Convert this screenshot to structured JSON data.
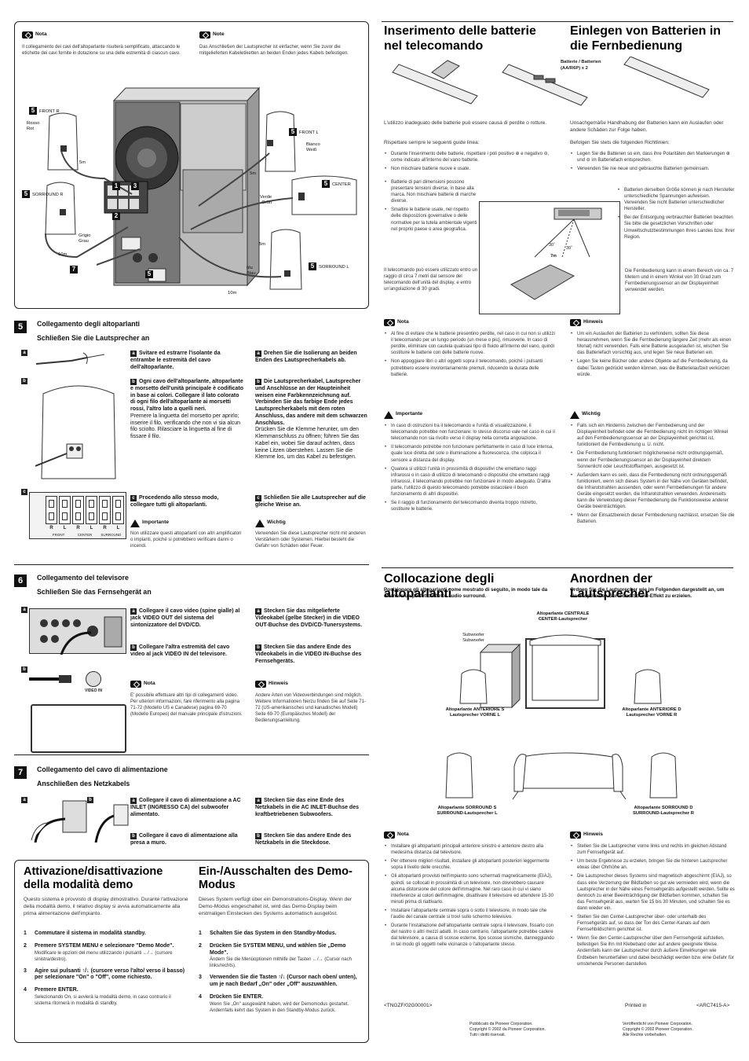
{
  "top_notes": {
    "nota_label": "Nota",
    "nota_text": "Il collegamento dei cavi dell'altoparlante risulterà semplificato, attaccando le etichette dei cavi fornite in dotazione su una delle estremità di ciascun cavo.",
    "hinweis_label": "Note",
    "hinweis_text": "Das Anschließen der Lautsprecher ist einfacher, wenn Sie zuvor die mitgelieferten Kabeletiketten an beiden Enden jedes Kabels befestigen."
  },
  "diagram_top": {
    "front_r": "FRONT R",
    "rosso": "Rosso\nRot",
    "m5a": "5m",
    "surround_r": "SORROUND R",
    "grigio": "Grigio\nGrau",
    "m10a": "10m",
    "front_l": "FRONT L",
    "bianco": "Bianco\nWeiß",
    "m5b": "5m",
    "verde": "Verde\nGrün",
    "center": "CENTER",
    "m5c": "5m",
    "blu": "blu\nBlau",
    "surround_l": "SORROUND L",
    "m10b": "10m",
    "n5": "5",
    "n7": "7",
    "n1": "1",
    "n2": "2",
    "n3": "3"
  },
  "sec5": {
    "num": "5",
    "title_it": "Collegamento degli altoparlanti",
    "title_de": "Schließen Sie die Lautsprecher an",
    "a_it": "Svitare ed estrarre l'isolante da entrambe le estremità del cavo dell'altoparlante.",
    "a_de": "Drehen Sie die Isolierung an beiden Enden des Lautsprecherkabels ab.",
    "b_it": "Ogni cavo dell'altoparlante, altoparlante e morsetto dell'unità principale è codificato in base ai colori. Collegare il lato colorato di ogni filo dell'altoparlante ai morsetti rossi, l'altro lato a quelli neri.",
    "b_it_norm": "Premere la linguetta del morsetto per aprirlo; inserire il filo, verificando che non vi sia alcun filo sciolto. Rilasciare la linguetta al fine di fissare il filo.",
    "b_de": "Die Lautsprecherkabel, Lautsprecher und Anschlüsse an der Haupteinheit weisen eine Farbkennzeichnung auf. Verbinden Sie das farbige Ende jedes Lautsprecherkabels mit dem roten Anschluss, das andere mit dem schwarzen Anschluss.",
    "b_de_norm": "Drücken Sie die Klemme herunter, um den Klemmanschluss zu öffnen; führen Sie das Kabel ein, wobei Sie darauf achten, dass keine Litzen überstehen. Lassen Sie die Klemme los, um das Kabel zu befestigen.",
    "c_it": "Procedendo allo stesso modo, collegare tutti gli altoparlanti.",
    "c_de": "Schließen Sie alle Lautsprecher auf die gleiche Weise an.",
    "imp_label": "Importante",
    "imp_text": "Non utilizzare questi altoparlanti con altri amplificatori o impianti, poiché si potrebbero verificare danni o incendi.",
    "wichtig_label": "Wichtig",
    "wichtig_text": "Verwenden Sie diese Lautsprecher nicht mit anderen Verstärkern oder Systemen. Hierbei besteht die Gefahr von Schäden oder Feuer.",
    "terminal_labels": [
      "R",
      "L",
      "R",
      "L",
      "R",
      "L"
    ],
    "terminal_groups": [
      "FRONT",
      "CENTER",
      "SURROUND"
    ]
  },
  "sec6": {
    "num": "6",
    "title_it": "Collegamento del televisore",
    "title_de": "Schließen Sie das Fernsehgerät an",
    "a_it": "Collegare il cavo video (spine gialle) al jack VIDEO OUT del sistema del sintonizzatore del DVD/CD.",
    "a_de": "Stecken Sie das mitgelieferte Videokabel (gelbe Stecker) in die VIDEO OUT-Buchse des DVD/CD-Tunersystems.",
    "b_it": "Collegare l'altra estremità del cavo video al jack VIDEO IN del televisore.",
    "b_de": "Stecken Sie das andere Ende des Videokabels in die VIDEO IN-Buchse des Fernsehgeräts.",
    "video_in": "VIDEO IN",
    "nota_label": "Nota",
    "nota_text": "E' possibile effettuare altri tipi di collegamenti video. Per ulteriori informazioni, fare riferimento alla pagina 71-72 (Modello US e Canadese) pagina 69-70 (Modello Europeo) del manuale principale d'istruzioni.",
    "hinweis_label": "Hinweis",
    "hinweis_text": "Andere Arten von Videoverbindungen sind möglich. Weitere Informationen hierzu finden Sie auf Seite 71-72 (US-amerikanisches und kanadisches Modell) Seite 69-70 (Europäisches Modell) der Bedienungsanleitung."
  },
  "sec7": {
    "num": "7",
    "title_it": "Collegamento del cavo di alimentazione",
    "title_de": "Anschließen des Netzkabels",
    "a_it": "Collegare il cavo di alimentazione a AC INLET (INGRESSO CA) del subwoofer alimentato.",
    "a_de": "Stecken Sie das eine Ende des Netzkabels in die AC INLET-Buchse des kraftbetriebenen Subwoofers.",
    "b_it": "Collegare il cavo di alimentazione alla presa a muro.",
    "b_de": "Stecken Sie das andere Ende des Netzkabels in die Steckdose."
  },
  "demo_it": {
    "title": "Attivazione/disattivazione della modalità demo",
    "intro": "Questo sistema è provvisto di display dimostrativo. Durante l'attivazione della modalità demo, il relativo display si avvia automaticamente alla prima alimentazione dell'impianto.",
    "s1": "Commutare il sistema in modalità standby.",
    "s2": "Premere SYSTEM MENU e selezionare \"Demo Mode\".",
    "s2n": "Modificare le opzioni del menu utilizzando i pulsanti ←/→ (cursore sinistra/destro).",
    "s3": "Agire sui pulsanti ↑/↓ (cursore verso l'alto/ verso il basso) per selezionare \"On\" o \"Off\", come richiesto.",
    "s4": "Premere ENTER.",
    "s4n": "Selezionando On, si avvierà la modalità demo, in caso contrario il sistema ritornerà in modalità di standby."
  },
  "demo_de": {
    "title": "Ein-/Ausschalten des Demo-Modus",
    "intro": "Dieses System verfügt über ein Demonstrations-Display. Wenn der Demo-Modus eingeschaltet ist, wird das Demo-Display beim erstmaligen Einstecken des Systems automatisch ausgelöst.",
    "s1": "Schalten Sie das System in den Standby-Modus.",
    "s2": "Drücken Sie SYSTEM MENU, und wählen Sie „Demo Mode\".",
    "s2n": "Ändern Sie die Menüoptionen mithilfe der Tasten ←/→ (Cursor nach links/rechts).",
    "s3": "Verwenden Sie die Tasten ↑/↓ (Cursor nach oben/ unten), um je nach Bedarf „On\" oder „Off\" auszuwählen.",
    "s4": "Drücken Sie ENTER.",
    "s4n": "Wenn Sie „On\" ausgewählt haben, wird der Demomodus gestartet. Andernfalls kehrt das System in den Standby-Modus zurück."
  },
  "batt_it": {
    "title": "Inserimento delle batterie nel telecomando",
    "p1": "L'utilizzo inadeguato delle batterie può essere causa di perdite o rotture.",
    "p2": "Rispettare sempre le seguenti guide linea:",
    "b1": "Durante l'inserimento delle batterie, rispettare i poli positivo ⊕ e negativo ⊖, come indicato all'interno del vano batterie.",
    "b2": "Non mischiare batterie nuove e usate.",
    "b3": "Batterie di pari dimensioni possono presentare tensioni diverse, in base alla marca. Non mischiare batterie di marche diverse.",
    "b4": "Smaltire le batterie usate, nel rispetto delle disposizioni governative o delle normative per la tutela ambientale vigenti nel proprio paese o area geografica.",
    "range": "Il telecomando può essere utilizzato entro un raggio di circa 7 metri dal sensore del telecomando dell'unità del display, e entro un'angolazione di 30 gradi.",
    "nota_label": "Nota",
    "n1": "Al fine di evitare che le batterie presentino perdite, nel caso in cui non si utilizzi il telecomando per un lungo periodo (un mese o più), rimuoverle. In caso di perdite, eliminare con cautela qualsiasi tipo di fluido all'interno del vano, quindi sostituire le batterie con delle batterie nuove.",
    "n2": "Non appoggiare libri o altri oggetti sopra il telecomando, poiché i pulsanti potrebbero essere involontariamente premuti, riducendo la durata delle batterie.",
    "imp_label": "Importante",
    "i1": "In caso di ostruzioni tra il telecomando e l'unità di visualizzazione, il telecomando potrebbe non funzionare: lo stesso discorso vale nel caso in cui il telecomando non sia rivolto verso il display nella corretta angolazione.",
    "i2": "Il telecomando potrebbe non funzionare perfettamente in caso di luce intensa, quale luce diretta del sole o illuminazione a fluorescenza, che colpisca il sensore a distanza del display.",
    "i3": "Qualora si utilizzi l'unità in prossimità di dispositivi che emettano raggi infrarossi o in caso di utilizzo di telecomandi o dispositivi che emettano raggi infrarossi, il telecomando potrebbe non funzionare in modo adeguato. D'altra parte, l'utilizzo di questo telecomando potrebbe ostacolare il buon funzionamento di altri dispositivi.",
    "i4": "Se il raggio di funzionamento del telecomando diventa troppo ristretto, sostituire le batterie."
  },
  "batt_de": {
    "title": "Einlegen von Batterien in die Fernbedienung",
    "batt_label": "Batterie / Batterien\n(AA/R6P) x 2",
    "p1": "Unsachgemäße Handhabung der Batterien kann ein Auslaufen oder andere Schäden zur Folge haben.",
    "p2": "Befolgen Sie stets die folgenden Richtlinien:",
    "b1": "Legen Sie die Batterien so ein, dass ihre Polaritäten den Markierungen ⊕ und ⊖ im Batteriefach entsprechen.",
    "b2": "Verwenden Sie nie neue und gebrauchte Batterien gemeinsam.",
    "b3": "Batterien derselben Größe können je nach Hersteller unterschiedliche Spannungen aufweisen. Verwenden Sie nicht Batterien unterschiedlicher Hersteller.",
    "b4": "Bei der Entsorgung verbrauchter Batterien beachten Sie bitte die gesetzlichen Vorschriften oder Umweltschutzbestimmungen Ihres Landes bzw. Ihrer Region.",
    "range": "Die Fernbedienung kann in einem Bereich von ca. 7 Metern und in einem Winkel von 30 Grad zum Fernbedienungssensor an der Displayeinheit verwendet werden.",
    "hinweis_label": "Hinweis",
    "n1": "Um ein Auslaufen der Batterien zu verhindern, sollten Sie diese herausnehmen, wenn Sie die Fernbedienung längere Zeit (mehr als einen Monat) nicht verwenden. Falls eine Batterie ausgelaufen ist, wischen Sie das Batteriefach vorsichtig aus, und legen Sie neue Batterien ein.",
    "n2": "Legen Sie keine Bücher oder andere Objekte auf die Fernbedienung, da dabei Tasten gedrückt werden können, was die Batterielaufzeit verkürzen würde.",
    "wichtig_label": "Wichtig",
    "w1": "Falls sich ein Hindernis zwischen der Fernbedienung und der Displayeinheit befindet oder die Fernbedienung nicht im richtigen Winkel auf den Fernbedienungssensor an der Displayeinheit gerichtet ist, funktioniert die Fernbedienung u. U. nicht.",
    "w2": "Die Fernbedienung funktioniert möglicherweise nicht ordnungsgemäß, wenn der Fernbedienungssensor an der Displayeinheit direktem Sonnenlicht oder Leuchtstofflampen, ausgesetzt ist.",
    "w3": "Außerdem kann es sein, dass die Fernbedienung nicht ordnungsgemäß funktioniert, wenn sich dieses System in der Nähe von Geräten befindet, die Infrarotstrahlen aussenden, oder wenn Fernbedienungen für andere Geräte eingesetzt werden, die Infrarotstrahlen verwenden. Andererseits kann die Verwendung dieser Fernbedienung die Funktionsweise anderer Geräte beeinträchtigen.",
    "w4": "Wenn der Einsatzbereich dieser Fernbedienung nachlässt, ersetzen Sie die Batterien."
  },
  "range_diagram": {
    "a1": "30˚",
    "a2": "30˚",
    "d": "7m"
  },
  "place_it": {
    "title": "Collocazione degli altoparlanti",
    "intro": "Posizionare gli altoparlanti come mostrato di seguito, in modo tale da ottenere un perfetto effetto audio surround.",
    "nota_label": "Nota",
    "n1": "Installare gli altoparlanti principali anteriore sinistro e anteriore destro alla medesima distanza dal televisore.",
    "n2": "Per ottenere migliori risultati, installare gli altoparlanti posteriori leggermente sopra il livello delle orecchie.",
    "n3": "Gli altoparlanti provvisti nell'impianto sono schermati magneticamente (EIAJ), quindi, se collocati in prossimità di un televisore, non dovrebbero causare alcuna distorsione del colore dell'immagine. Nel raro caso in cui vi siano interferenze ai colori dell'immagine, disattivare il televisore ed attendere 15-30 minuti prima di riattivarlo.",
    "n4": "Installare l'altoparlante centrale sopra o sotto il televisore, in modo tale che l'audio del canale centrale si trovi sullo schermo televisivo.",
    "n5": "Durante l'installazione dell'altoparlante centrale sopra il televisore, fissarlo con del nastro o altri mezzi adatti. In caso contrario, l'altoparlante potrebbe cadere dal televisore, a causa di scosse esterne, tipo scosse sismiche, danneggiando in tal modo gli oggetti nelle vicinanze o l'altoparlante stesso."
  },
  "place_de": {
    "title": "Anordnen der Lautsprecher",
    "intro": "Ordnen Sie die Lautsprecher wie im Folgenden dargestellt an, um einen optimalen Surround-Sound-Effekt zu erzielen.",
    "hinweis_label": "Hinweis",
    "n1": "Stellen Sie die Lautsprecher vorne links und rechts im gleichen Abstand zum Fernsehgerät auf.",
    "n2": "Um beste Ergebnisse zu erzielen, bringen Sie die hinteren Lautsprecher etwas über Ohrhöhe an.",
    "n3": "Die Lautsprecher dieses Systems sind magnetisch abgeschirmt (EIAJ), so dass eine Verzerrung der Bildfarben so gut wie vermieden wird, wenn die Lautsprecher in der Nähe eines Fernsehgeräts aufgestellt werden. Sollte es dennoch zu einer Beeinträchtigung der Bildfarben kommen, schalten Sie das Fernsehgerät aus, warten Sie 15 bis 30 Minuten, und schalten Sie es dann wieder ein.",
    "n4": "Stellen Sie den Center-Lautsprecher über- oder unterhalb des Fernsehgeräts auf, so dass der Ton des Center-Kanals auf dem Fernsehbildschirm gerichtet ist.",
    "n5": "Wenn Sie den Center-Lautsprecher über dem Fernsehgerät aufstellen, befestigen Sie ihn mit Klebeband oder auf andere geeignete Weise. Andernfalls kann der Lautsprecher durch äußere Einwirkungen wie Erdbeben herunterfallen und dabei beschädigt werden bzw. eine Gefahr für umstehende Personen darstellen."
  },
  "placement_diagram": {
    "center": "Altoparlante CENTRALE\nCENTER-Lautsprecher",
    "sub": "Subwoofer\nSubwoofer",
    "fl": "Altoparlante ANTERIORE S\nLautsprecher VORNE L",
    "fr": "Altoparlante ANTERIORE D\nLautsprecher VORNE R",
    "sl": "Altoparlante SORROUND S\nSURROUND-Lautsprecher L",
    "sr": "Altoparlante SORROUND D\nSURROUND-Lautsprecher R"
  },
  "footer": {
    "code_left": "<TNGZF/02G00001>",
    "printed": "Printed in",
    "code_right": "<ARC7415-A>",
    "pub_it": "Pubblicato da Pioneer Corporation.\nCopyright © 2002 da Pioneer Corporation.\nTutti i diritti riservati.",
    "pub_de": "Veröffentlicht von Pioneer Corporation.\nCopyright © 2002 Pioneer Corporation.\nAlle Rechte vorbehalten."
  }
}
